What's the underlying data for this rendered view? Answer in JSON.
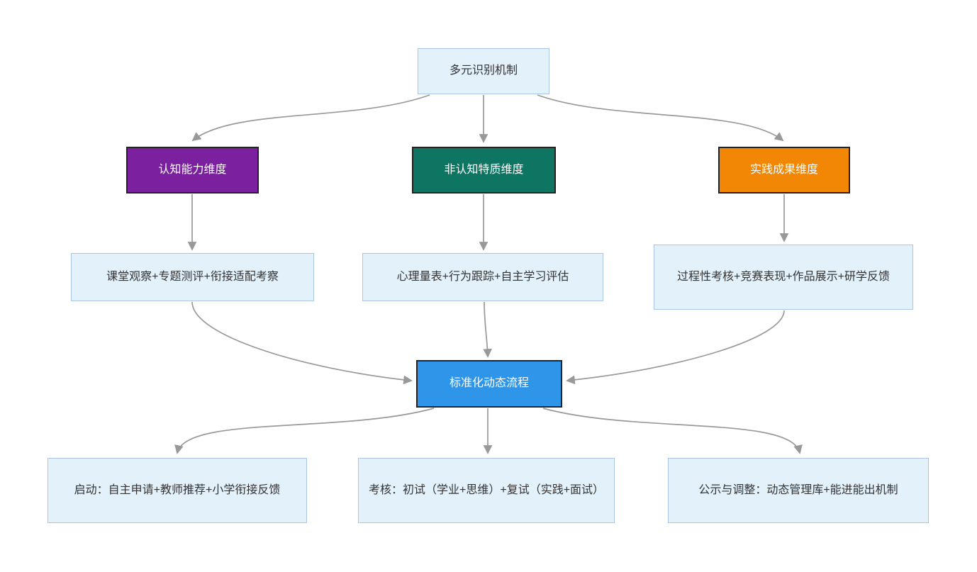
{
  "diagram": {
    "type": "flowchart",
    "direction": "top-down",
    "nodes": {
      "root": {
        "label": "多元识别机制",
        "style": "light"
      },
      "dim_cognitive": {
        "label": "认知能力维度",
        "style": "purple"
      },
      "dim_noncognitive": {
        "label": "非认知特质维度",
        "style": "teal"
      },
      "dim_practice": {
        "label": "实践成果维度",
        "style": "orange"
      },
      "detail_cognitive": {
        "label": "课堂观察+专题测评+衔接适配考察",
        "style": "light"
      },
      "detail_noncognitive": {
        "label": "心理量表+行为跟踪+自主学习评估",
        "style": "light"
      },
      "detail_practice": {
        "label": "过程性考核+竞赛表现+作品展示+研学反馈",
        "style": "light"
      },
      "process": {
        "label": "标准化动态流程",
        "style": "blue"
      },
      "step_start": {
        "label": "启动：自主申请+教师推荐+小学衔接反馈",
        "style": "light"
      },
      "step_assess": {
        "label": "考核：初试（学业+思维）+复试（实践+面试）",
        "style": "light"
      },
      "step_publish": {
        "label": "公示与调整：动态管理库+能进能出机制",
        "style": "light"
      }
    },
    "edges": [
      {
        "from": "root",
        "to": "dim_cognitive"
      },
      {
        "from": "root",
        "to": "dim_noncognitive"
      },
      {
        "from": "root",
        "to": "dim_practice"
      },
      {
        "from": "dim_cognitive",
        "to": "detail_cognitive"
      },
      {
        "from": "dim_noncognitive",
        "to": "detail_noncognitive"
      },
      {
        "from": "dim_practice",
        "to": "detail_practice"
      },
      {
        "from": "detail_cognitive",
        "to": "process"
      },
      {
        "from": "detail_noncognitive",
        "to": "process"
      },
      {
        "from": "detail_practice",
        "to": "process"
      },
      {
        "from": "process",
        "to": "step_start"
      },
      {
        "from": "process",
        "to": "step_assess"
      },
      {
        "from": "process",
        "to": "step_publish"
      }
    ],
    "colors": {
      "purple": "#7b219f",
      "teal": "#0d7561",
      "orange": "#f28705",
      "blue": "#2e95e8",
      "light_fill": "#e3f1fb",
      "light_border": "#a9c6e8",
      "solid_border": "#222222",
      "edge": "#999999",
      "text_dark": "#333333",
      "text_light": "#ffffff"
    }
  }
}
